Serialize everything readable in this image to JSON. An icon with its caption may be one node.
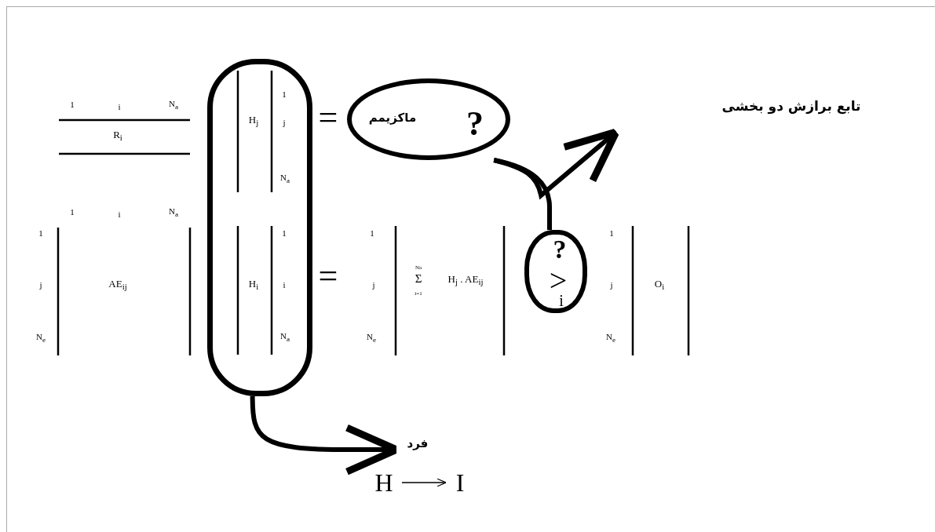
{
  "diagram": {
    "nodes": [
      {
        "text": [
          "1",
          "H$_{j}$",
          "j",
          "N$_{a}$",
          "1",
          "H$_{i}$",
          "i",
          "N$_{a}$"
        ]
      },
      {
        "text": [
          "?",
          "ماکزیمم"
        ]
      },
      {
        "text": [
          "?",
          ">",
          "i"
        ]
      },
      {
        "text": [
          "فرد"
        ]
      },
      {
        "text": [
          "H"
        ]
      },
      {
        "text": [
          "I"
        ]
      }
    ],
    "edges": [
      {
        "from": 0,
        "to": 3,
        "arrow": "to"
      },
      {
        "from": 1,
        "to": 2,
        "arrow": "none"
      },
      {
        "from": 1,
        "to": null,
        "arrow": "to"
      },
      {
        "from": 4,
        "to": 5,
        "arrow": "to"
      }
    ],
    "labels": [
      "1",
      "i",
      "N$_{a}$",
      "R$_{i}$",
      "=",
      "تابع برازش دو بخشی",
      "1",
      "i",
      "N$_{a}$",
      "1",
      "j",
      "AE$_{ij}$",
      "N$_{e}$",
      "=",
      "1",
      "j",
      "N$_{e}$",
      "Na",
      "Σ",
      "i=1",
      "H$_{j}$ . AE$_{ij}$",
      "1",
      "j",
      "N$_{e}$",
      "O$_{i}$"
    ]
  }
}
